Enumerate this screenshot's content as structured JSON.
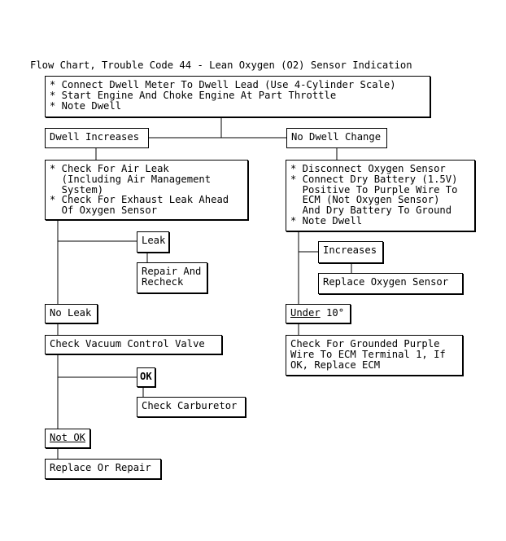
{
  "title": "Flow Chart, Trouble Code 44 - Lean Oxygen (O2) Sensor Indication",
  "nodes": {
    "start": "* Connect Dwell Meter To Dwell Lead (Use 4-Cylinder Scale)\n* Start Engine And Choke Engine At Part Throttle\n* Note Dwell",
    "dwell_increases": "Dwell Increases",
    "no_dwell_change": "No Dwell Change",
    "check_air_leak": "* Check For Air Leak\n  (Including Air Management\n  System)\n* Check For Exhaust Leak Ahead\n  Of Oxygen Sensor",
    "disconnect_sensor": "* Disconnect Oxygen Sensor\n* Connect Dry Battery (1.5V)\n  Positive To Purple Wire To\n  ECM (Not Oxygen Sensor)\n  And Dry Battery To Ground\n* Note Dwell",
    "leak": "Leak",
    "repair_recheck": "Repair And\nRecheck",
    "increases": "Increases",
    "replace_oxygen_sensor": "Replace Oxygen Sensor",
    "no_leak": "No Leak",
    "under_10_label": "Under",
    "under_10_value": " 10°",
    "check_vacuum_valve": "Check Vacuum Control Valve",
    "check_grounded": "Check For Grounded Purple\nWire To ECM Terminal 1, If\nOK, Replace ECM",
    "ok": "OK",
    "check_carburetor": "Check Carburetor",
    "not_ok": "Not OK",
    "replace_or_repair": "Replace Or Repair"
  }
}
